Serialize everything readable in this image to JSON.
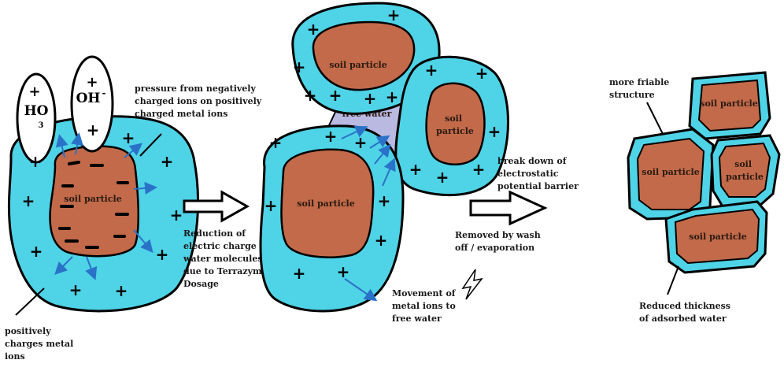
{
  "panel1": {
    "ion_ho3": "HO",
    "ion_ho3_sub": "3",
    "ion_oh": "OH",
    "ion_oh_sup": "-",
    "ion_plus": "+",
    "soil_label": "soil particle",
    "pressure_note": [
      "pressure from negatively",
      "charged ions on positively",
      "charged metal ions"
    ],
    "positive_note": [
      "positively",
      "charges metal",
      "ions"
    ]
  },
  "arrow1_note": [
    "Reduction of",
    "electric charge of",
    "water molecules",
    "due to Terrazyme",
    "Dosage"
  ],
  "panel2": {
    "soil_label_top": "soil particle",
    "soil_label_right": [
      "soil",
      "particle"
    ],
    "soil_label_main": "soil particle",
    "free_water": "free water",
    "movement_note": [
      "Movement of",
      "metal ions to",
      "free water"
    ]
  },
  "removed_note": [
    "Removed by wash",
    "off / evaporation"
  ],
  "breakdown_note": [
    "break down of",
    "electrostatic",
    "potential barrier"
  ],
  "panel3": {
    "friable_note": [
      "more friable",
      "structure"
    ],
    "soil_top": "soil particle",
    "soil_left": "soil particle",
    "soil_right": [
      "soil",
      "particle"
    ],
    "soil_bottom": "soil particle",
    "reduced_note": [
      "Reduced thickness",
      "of adsorbed water"
    ]
  },
  "colors": {
    "water": "#4fd3e6",
    "soil": "#c26a4a",
    "free_water": "#b9b9e2",
    "arrow_blue": "#2a72c8"
  }
}
